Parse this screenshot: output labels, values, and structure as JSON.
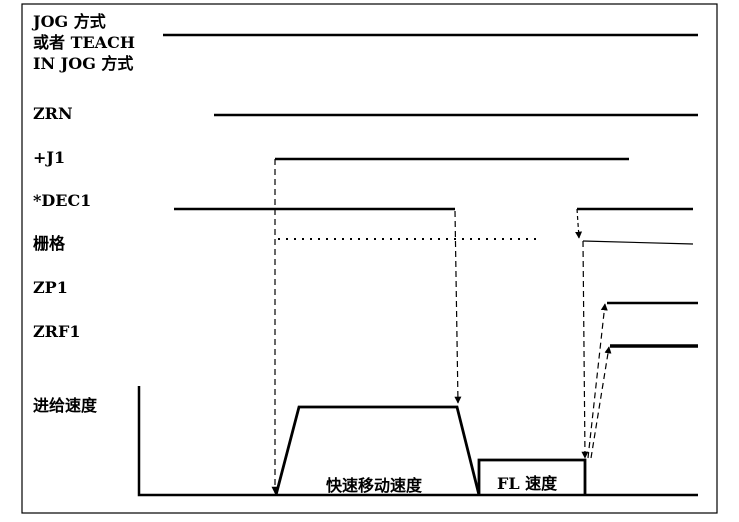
{
  "signals": {
    "jog_mode": [
      "JOG 方式",
      "或者 TEACH",
      "IN JOG 方式"
    ],
    "zrn": "ZRN",
    "j1": "+J1",
    "dec1": "*DEC1",
    "grid": "栅格",
    "zp1": "ZP1",
    "zrf1": "ZRF1",
    "feed_speed": "进给速度"
  },
  "speed_labels": {
    "rapid": "快速移动速度",
    "fl": "FL 速度"
  },
  "colors": {
    "line": "#000000",
    "background": "#ffffff"
  }
}
